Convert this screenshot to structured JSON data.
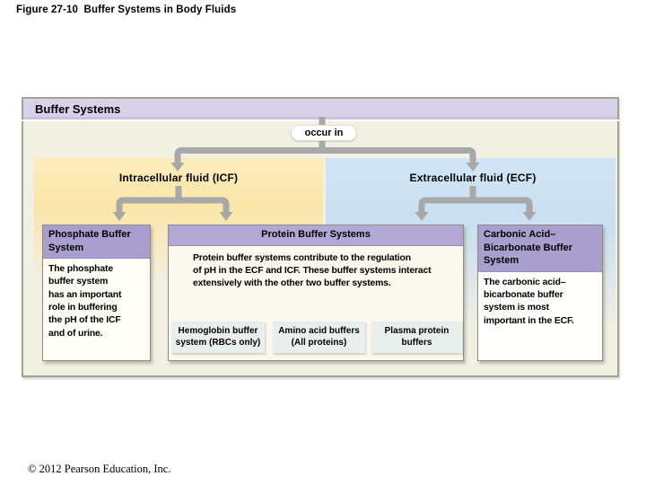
{
  "figure": {
    "title": "Figure 27-10  Buffer Systems in Body Fluids",
    "copyright": "© 2012 Pearson Education, Inc."
  },
  "diagram": {
    "root": "Buffer Systems",
    "connector": "occur in",
    "icf_label": "Intracellular fluid (ICF)",
    "ecf_label": "Extracellular fluid (ECF)",
    "boxes": {
      "phosphate": {
        "header": "Phosphate Buffer System",
        "body": "The phosphate buffer system has an important role in buffering the pH of the ICF and of urine.",
        "body_lines": [
          "The phosphate",
          "buffer system",
          "has an important",
          "role in buffering",
          "the pH of the ICF",
          "and of urine."
        ]
      },
      "protein": {
        "header": "Protein Buffer Systems",
        "body": "Protein buffer systems contribute to the regulation of pH in the ECF and ICF. These buffer systems interact extensively with the other two buffer systems.",
        "body_lines": [
          "Protein buffer systems contribute to the regulation",
          "of pH in the ECF and ICF. These buffer systems interact",
          "extensively with the other two buffer systems."
        ],
        "children": [
          "Hemoglobin buffer system (RBCs only)",
          "Amino acid buffers (All proteins)",
          "Plasma protein buffers"
        ]
      },
      "carbonic": {
        "header": "Carbonic Acid–Bicarbonate Buffer System",
        "body": "The carbonic acid–bicarbonate buffer system is most important in the ECF.",
        "body_lines": [
          "The carbonic acid–",
          "bicarbonate buffer",
          "system is most",
          "important in the ECF."
        ]
      }
    }
  },
  "colors": {
    "page-bg": "#ffffff",
    "panel-bg": "#f2f0e3",
    "panel-border": "#a2a295",
    "titlebar-bg": "#d8d1e8",
    "icf-region": "#fbe6a9",
    "ecf-region": "#c9dfef",
    "box-header": "#a89fce",
    "box-header-light": "#b1a8d3",
    "box-body": "#fefdf6",
    "subbox-bg": "#e8efed",
    "arrow": "#a8a8a8",
    "text": "#000000"
  }
}
